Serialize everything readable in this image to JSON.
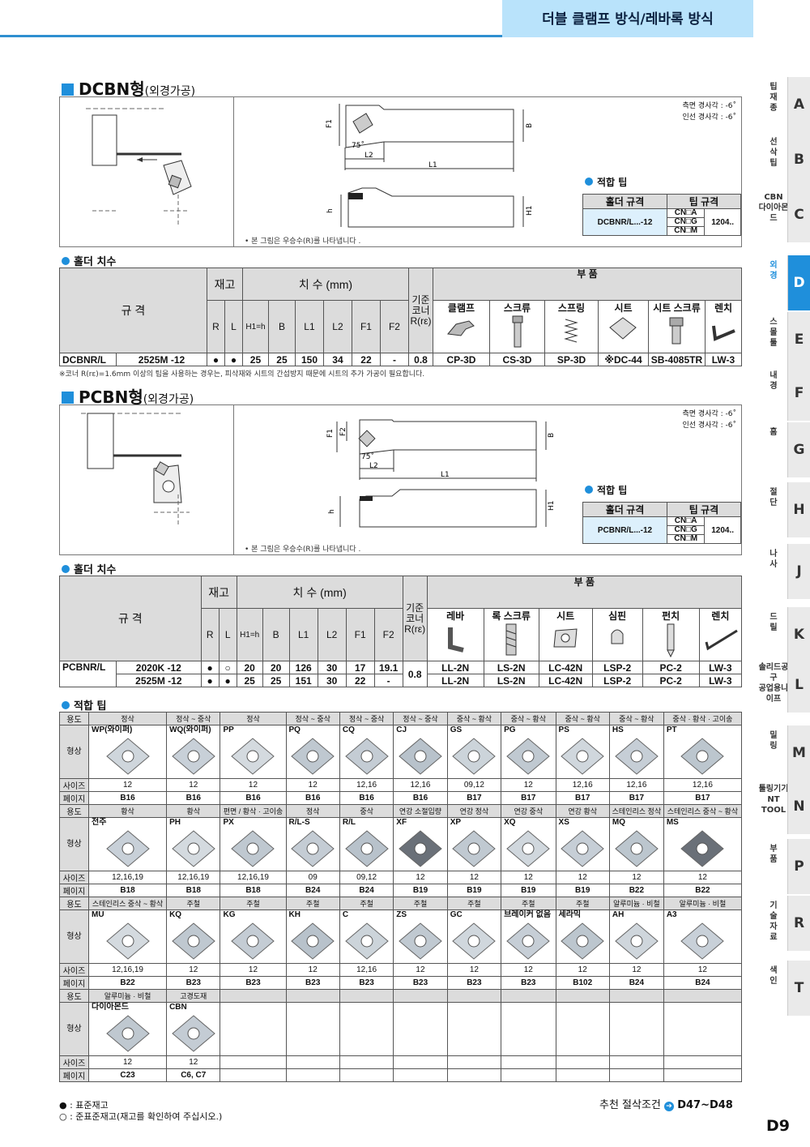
{
  "header": {
    "title": "더블 클램프 방식/레바록 방식"
  },
  "side_tabs": [
    {
      "kr": "팁\n재\n종",
      "letter": "A"
    },
    {
      "kr": "선\n삭\n팁",
      "letter": "B"
    },
    {
      "kr": "CBN\n다이아몬드",
      "letter": "C"
    },
    {
      "kr": "외\n경",
      "letter": "D"
    },
    {
      "kr": "스\n몰\n툴",
      "letter": "E"
    },
    {
      "kr": "내\n경",
      "letter": "F"
    },
    {
      "kr": "홈",
      "letter": "G"
    },
    {
      "kr": "절\n단",
      "letter": "H"
    },
    {
      "kr": "나\n사",
      "letter": "J"
    },
    {
      "kr": "드\n릴",
      "letter": "K"
    },
    {
      "kr": "솔리드공구\n공업용나이프",
      "letter": "L"
    },
    {
      "kr": "밀\n링",
      "letter": "M"
    },
    {
      "kr": "툴링기기\nNT TOOL",
      "letter": "N"
    },
    {
      "kr": "부\n품",
      "letter": "P"
    },
    {
      "kr": "기\n술\n자\n료",
      "letter": "R"
    },
    {
      "kr": "색\n인",
      "letter": "T"
    }
  ],
  "dcbn": {
    "title": "DCBN형",
    "title_sub": "(외경가공)",
    "angle1": "측면 경사각 : -6˚",
    "angle2": "인선 경사각 : -6˚",
    "fig_note": "• 본 그림은 우승수(R)를 나타냅니다 .",
    "dims": {
      "F1": "F1",
      "B": "B",
      "L1": "L1",
      "L2": "L2",
      "h": "h",
      "H1": "H1",
      "ang": "75˚"
    },
    "tip_title": "적합 팁",
    "tip_hdr": [
      "홀더 규격",
      "팁 규격"
    ],
    "tip_holder": "DCBNR/L...-12",
    "tip_codes": [
      "CN□A",
      "CN□G",
      "CN□M"
    ],
    "tip_size": "1204..",
    "holder_title": "홀더 치수",
    "hdr": {
      "spec": "규 격",
      "stock": "재고",
      "dim": "치 수 (mm)",
      "ref": "기준코너R(rε)",
      "parts": "부 품"
    },
    "cols": [
      "R",
      "L",
      "H1=h",
      "B",
      "L1",
      "L2",
      "F1",
      "F2"
    ],
    "parts_cols": [
      "클램프",
      "스크류",
      "스프링",
      "시트",
      "시트 스크류",
      "렌치"
    ],
    "row": {
      "model": "DCBNR/L",
      "spec": "2525M -12",
      "r": "●",
      "l": "●",
      "h": "25",
      "b": "25",
      "l1": "150",
      "l2": "34",
      "f1": "22",
      "f2": "-",
      "re": "0.8",
      "p": [
        "CP-3D",
        "CS-3D",
        "SP-3D",
        "※DC-44",
        "SB-4085TR",
        "LW-3"
      ]
    },
    "foot": "※코너 R(rε)=1.6mm 이상의 팁을 사용하는 경우는, 피삭재와 시트의 간섭방지 때문에 시트의 추가 가공이 필요합니다."
  },
  "pcbn": {
    "title": "PCBN형",
    "title_sub": "(외경가공)",
    "angle1": "측면 경사각 : -6˚",
    "angle2": "인선 경사각 : -6˚",
    "fig_note": "• 본 그림은 우승수(R)를 나타냅니다 .",
    "dims": {
      "F1": "F1",
      "F2": "F2",
      "B": "B",
      "L1": "L1",
      "L2": "L2",
      "h": "h",
      "H1": "H1",
      "ang": "75˚"
    },
    "tip_title": "적합 팁",
    "tip_hdr": [
      "홀더 규격",
      "팁 규격"
    ],
    "tip_holder": "PCBNR/L...-12",
    "tip_codes": [
      "CN□A",
      "CN□G",
      "CN□M"
    ],
    "tip_size": "1204..",
    "holder_title": "홀더 치수",
    "hdr": {
      "spec": "규 격",
      "stock": "재고",
      "dim": "치 수 (mm)",
      "ref": "기준코너R(rε)",
      "parts": "부 품"
    },
    "cols": [
      "R",
      "L",
      "H1=h",
      "B",
      "L1",
      "L2",
      "F1",
      "F2"
    ],
    "parts_cols": [
      "레바",
      "록 스크류",
      "시트",
      "심핀",
      "펀치",
      "렌치"
    ],
    "model": "PCBNR/L",
    "rows": [
      {
        "spec": "2020K -12",
        "r": "●",
        "l": "○",
        "h": "20",
        "b": "20",
        "l1": "126",
        "l2": "30",
        "f1": "17",
        "f2": "19.1",
        "p": [
          "LL-2N",
          "LS-2N",
          "LC-42N",
          "LSP-2",
          "PC-2",
          "LW-3"
        ]
      },
      {
        "spec": "2525M -12",
        "r": "●",
        "l": "●",
        "h": "25",
        "b": "25",
        "l1": "151",
        "l2": "30",
        "f1": "22",
        "f2": "-",
        "p": [
          "LL-2N",
          "LS-2N",
          "LC-42N",
          "LSP-2",
          "PC-2",
          "LW-3"
        ]
      }
    ],
    "re": "0.8"
  },
  "tips": {
    "title": "적합 팁",
    "labels": {
      "use": "용도",
      "shape": "형상",
      "size": "사이즈",
      "page": "페이지"
    },
    "blocks": [
      {
        "use": [
          "정삭",
          "정삭 ~ 중삭",
          "정삭",
          "정삭 ~ 중삭",
          "정삭 ~ 중삭",
          "정삭 ~ 중삭",
          "중삭 ~ 황삭",
          "중삭 ~ 황삭",
          "중삭 ~ 황삭",
          "중삭 ~ 황삭",
          "중삭 · 황삭 · 고이송"
        ],
        "name": [
          "WP(와이퍼)",
          "WQ(와이퍼)",
          "PP",
          "PQ",
          "CQ",
          "CJ",
          "GS",
          "PG",
          "PS",
          "HS",
          "PT"
        ],
        "size": [
          "12",
          "12",
          "12",
          "12",
          "12,16",
          "12,16",
          "09,12",
          "12",
          "12,16",
          "12,16",
          "12,16"
        ],
        "page": [
          "B16",
          "B16",
          "B16",
          "B16",
          "B16",
          "B16",
          "B17",
          "B17",
          "B17",
          "B17",
          "B17"
        ]
      },
      {
        "use": [
          "황삭",
          "황삭",
          "편면 / 황삭 · 고이송",
          "정삭",
          "중삭",
          "연강 소절입량",
          "연강 정삭",
          "연강 중삭",
          "연강 황삭",
          "스테인리스 정삭",
          "스테인리스 중삭 ~ 황삭"
        ],
        "name": [
          "전주",
          "PH",
          "PX",
          "R/L-S",
          "R/L",
          "XF",
          "XP",
          "XQ",
          "XS",
          "MQ",
          "MS"
        ],
        "size": [
          "12,16,19",
          "12,16,19",
          "12,16,19",
          "09",
          "09,12",
          "12",
          "12",
          "12",
          "12",
          "12",
          "12"
        ],
        "page": [
          "B18",
          "B18",
          "B18",
          "B24",
          "B24",
          "B19",
          "B19",
          "B19",
          "B19",
          "B22",
          "B22"
        ]
      },
      {
        "use": [
          "스테인리스 중삭 ~ 황삭",
          "주철",
          "주철",
          "주철",
          "주철",
          "주철",
          "주철",
          "주철",
          "주철",
          "알루미늄 · 비철",
          "알루미늄 · 비철"
        ],
        "name": [
          "MU",
          "KQ",
          "KG",
          "KH",
          "C",
          "ZS",
          "GC",
          "브레이커 없음",
          "세라믹",
          "AH",
          "A3"
        ],
        "size": [
          "12,16,19",
          "12",
          "12",
          "12",
          "12,16",
          "12",
          "12",
          "12",
          "12",
          "12",
          "12"
        ],
        "page": [
          "B22",
          "B23",
          "B23",
          "B23",
          "B23",
          "B23",
          "B23",
          "B23",
          "B102",
          "B24",
          "B24"
        ]
      },
      {
        "use": [
          "알루미늄 · 비철",
          "고경도재",
          "",
          "",
          "",
          "",
          "",
          "",
          "",
          "",
          ""
        ],
        "name": [
          "다이아몬드",
          "CBN",
          "",
          "",
          "",
          "",
          "",
          "",
          "",
          "",
          ""
        ],
        "size": [
          "12",
          "12",
          "",
          "",
          "",
          "",
          "",
          "",
          "",
          "",
          ""
        ],
        "page": [
          "C23",
          "C6, C7",
          "",
          "",
          "",
          "",
          "",
          "",
          "",
          "",
          ""
        ]
      }
    ]
  },
  "footer": {
    "std": "● : 표준재고",
    "semi": "○ : 준표준재고(재고를 확인하여 주십시오.)",
    "rec": "추천 절삭조건",
    "rec_page": "D47~D48",
    "page": "D9"
  }
}
